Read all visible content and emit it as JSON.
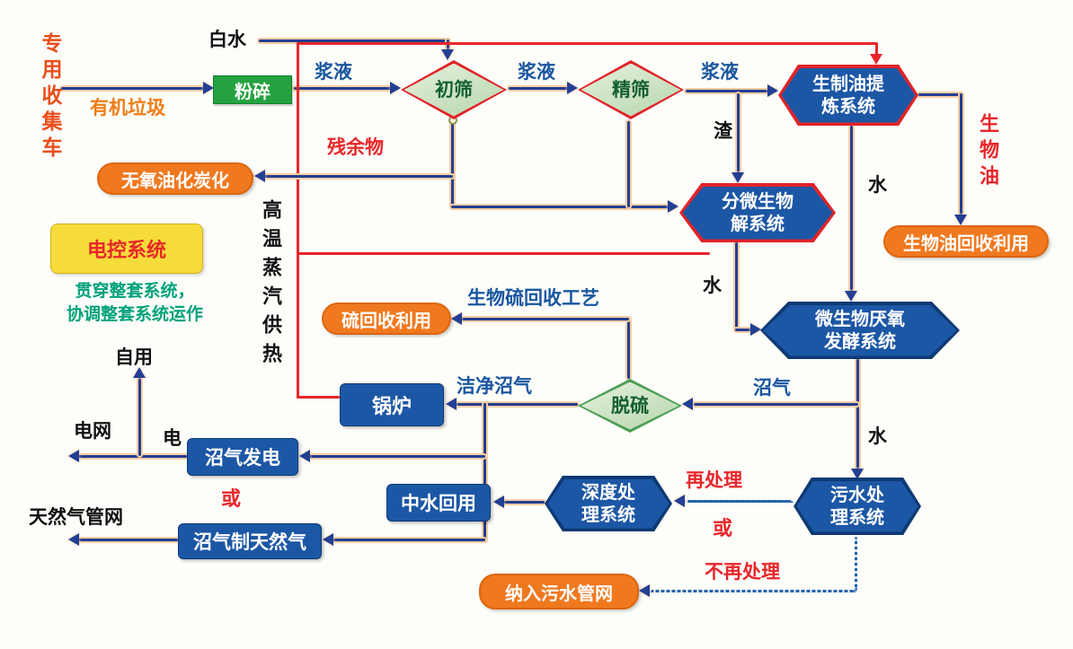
{
  "colors": {
    "navy_box": "#1c57a5",
    "green_box": "#23a23f",
    "orange_box": "#f0791f",
    "yellow_box": "#f6dc3a",
    "red_accent": "#e8262a",
    "diamond_fill": "#c9e2bd",
    "line_blue": "#223f94",
    "line_halo": "#f8cda4",
    "note_teal": "#00a27a",
    "label_orange": "#ee7d17"
  },
  "nodes": {
    "truck": "专用收集车",
    "crush": "粉碎",
    "screen1": "初筛",
    "screen2": "精筛",
    "oil_refine": "生制油提炼系统",
    "bio_oil_recycle": "生物油回收利用",
    "decompose": "分微生物解系统",
    "carbonize": "无氧油化炭化",
    "control": "电控系统",
    "fermentation": "微生物厌氧发酵系统",
    "sulfur_recycle": "硫回收利用",
    "boiler": "锅炉",
    "desulf": "脱硫",
    "biogas_power": "沼气发电",
    "biogas_to_gas": "沼气制天然气",
    "reclaimed_water": "中水回用",
    "deep_process": "深度处理系统",
    "sewage_process": "污水处理系统",
    "sewage_network": "纳入污水管网"
  },
  "labels": {
    "organic_waste": "有机垃圾",
    "white_water": "白水",
    "slurry": "浆液",
    "slag": "渣",
    "water": "水",
    "residue": "残余物",
    "bio_oil": "生物油",
    "steam": "高温蒸汽供热",
    "control_note_1": "贯穿整套系统，",
    "control_note_2": "协调整套系统运作",
    "sulfur_process": "生物硫回收工艺",
    "clean_biogas": "洁净沼气",
    "biogas": "沼气",
    "self_use": "自用",
    "electricity": "电",
    "grid": "电网",
    "or": "或",
    "gas_network": "天然气管网",
    "reprocess": "再处理",
    "no_reprocess": "不再处理"
  }
}
